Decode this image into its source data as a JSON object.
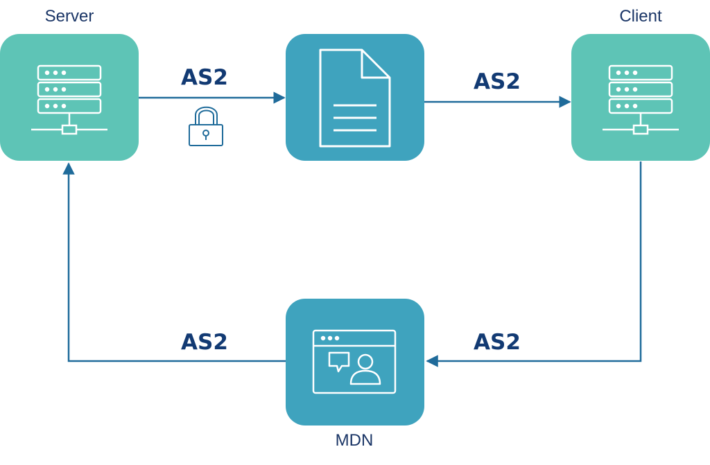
{
  "nodes": {
    "server": {
      "label": "Server"
    },
    "client": {
      "label": "Client"
    },
    "document": {
      "label": ""
    },
    "mdn": {
      "label": "MDN"
    }
  },
  "edges": [
    {
      "from": "server",
      "to": "document",
      "label": "AS2",
      "encrypted": true
    },
    {
      "from": "document",
      "to": "client",
      "label": "AS2"
    },
    {
      "from": "client",
      "to": "mdn",
      "label": "AS2"
    },
    {
      "from": "mdn",
      "to": "server",
      "label": "AS2"
    }
  ],
  "colors": {
    "server_node": "#5ec4b6",
    "doc_node": "#3fa3be",
    "arrow": "#1f6b9a",
    "text": "#1a3566"
  },
  "icons": {
    "server": "server-rack-icon",
    "client": "server-rack-icon",
    "document": "document-icon",
    "mdn": "chat-user-window-icon",
    "lock": "lock-icon"
  }
}
